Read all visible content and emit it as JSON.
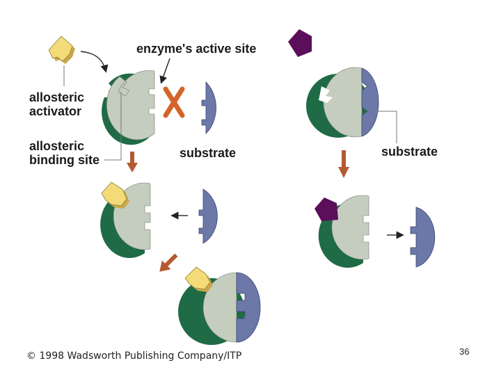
{
  "labels": {
    "active_site": "enzyme's active site",
    "activator_line1": "allosteric",
    "activator_line2": "activator",
    "binding_line1": "allosteric",
    "binding_line2": "binding site",
    "substrate_left": "substrate",
    "substrate_right": "substrate"
  },
  "footer": {
    "copyright": "© 1998 Wadsworth Publishing Company/ITP",
    "page_number": "36"
  },
  "colors": {
    "enzyme_fill": "#c5cdbe",
    "enzyme_rim": "#1f6b45",
    "substrate": "#6b78a8",
    "activator": "#f3dc78",
    "inhibitor": "#5b0e5a",
    "arrow": "#b45a32"
  }
}
